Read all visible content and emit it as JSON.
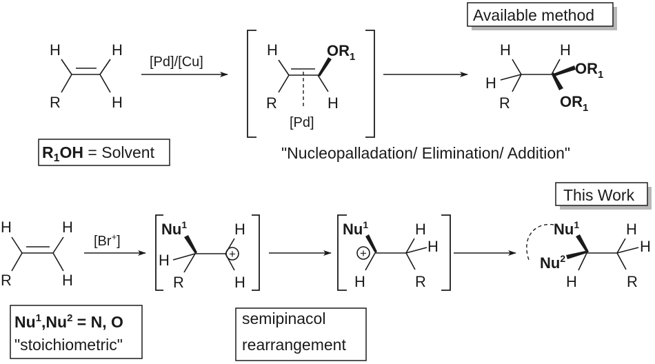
{
  "figure": {
    "top_row": {
      "badge": "Available method",
      "reagent": "[Pd]/[Cu]",
      "catalyst_label": "[Pd]",
      "solvent_box": {
        "formula_main": "R",
        "formula_sub": "1",
        "formula_tail": "OH",
        "rest": " = Solvent"
      },
      "caption": "\"Nucleopalladation/ Elimination/ Addition\"",
      "substituent": {
        "main": "OR",
        "sub": "1"
      }
    },
    "bottom_row": {
      "badge": "This Work",
      "reagent_main": "[Br",
      "reagent_sup": "+",
      "reagent_close": "]",
      "nucleophile_box": {
        "line1_a": "Nu",
        "line1_a_sup": "1",
        "line1_b": ",Nu",
        "line1_b_sup": "2",
        "line1_c": " = N, O",
        "line2": "\"stoichiometric\""
      },
      "rearrangement_box": {
        "line1": "semipinacol",
        "line2": "rearrangement"
      },
      "nu": "Nu",
      "nu1_sup": "1",
      "nu2_sup": "2",
      "cation_symbol": "+"
    },
    "atoms": {
      "H": "H",
      "R": "R"
    }
  }
}
